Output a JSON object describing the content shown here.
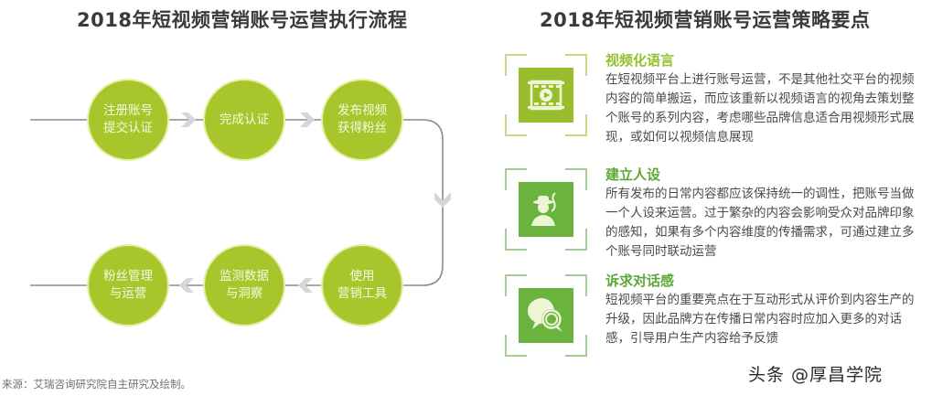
{
  "left_panel": {
    "title": "2018年短视频营销账号运营执行流程",
    "steps": [
      {
        "line1": "注册账号",
        "line2": "提交认证"
      },
      {
        "line1": "完成认证",
        "line2": ""
      },
      {
        "line1": "发布视频",
        "line2": "获得粉丝"
      },
      {
        "line1": "使用",
        "line2": "营销工具"
      },
      {
        "line1": "监测数据",
        "line2": "与洞察"
      },
      {
        "line1": "粉丝管理",
        "line2": "与运营"
      }
    ],
    "flow_order": [
      "注册账号提交认证",
      "完成认证",
      "发布视频获得粉丝",
      "使用营销工具",
      "监测数据与洞察",
      "粉丝管理与运营"
    ],
    "colors": {
      "circle": "#a8c62c",
      "line": "#8c8c8c",
      "arrow": "#d6d6d6"
    }
  },
  "right_panel": {
    "title": "2018年短视频营销账号运营策略要点",
    "strategies": [
      {
        "icon": "video-film-icon",
        "heading": "视频化语言",
        "body": "在短视频平台上进行账号运营，不是其他社交平台的视频内容的简单搬运，而应该重新以视频语言的视角去策划整个账号的系列内容，考虑哪些品牌信息适合用视频形式展现，或如何以视频信息展现"
      },
      {
        "icon": "persona-person-icon",
        "heading": "建立人设",
        "body": "所有发布的日常内容都应该保持统一的调性，把账号当做一个人设来运营。过于繁杂的内容会影响受众对品牌印象的感知，如果有多个内容维度的传播需求，可通过建立多个账号同时联动运营"
      },
      {
        "icon": "chat-bubbles-icon",
        "heading": "诉求对话感",
        "body": "短视频平台的重要亮点在于互动形式从评价到内容生产的升级，因此品牌方在传播日常内容时应加入更多的对话感，引导用户生产内容给予反馈"
      }
    ]
  },
  "footer": {
    "source": "来源：艾瑞咨询研究院自主研究及绘制。",
    "watermark": "头条 @厚昌学院"
  }
}
